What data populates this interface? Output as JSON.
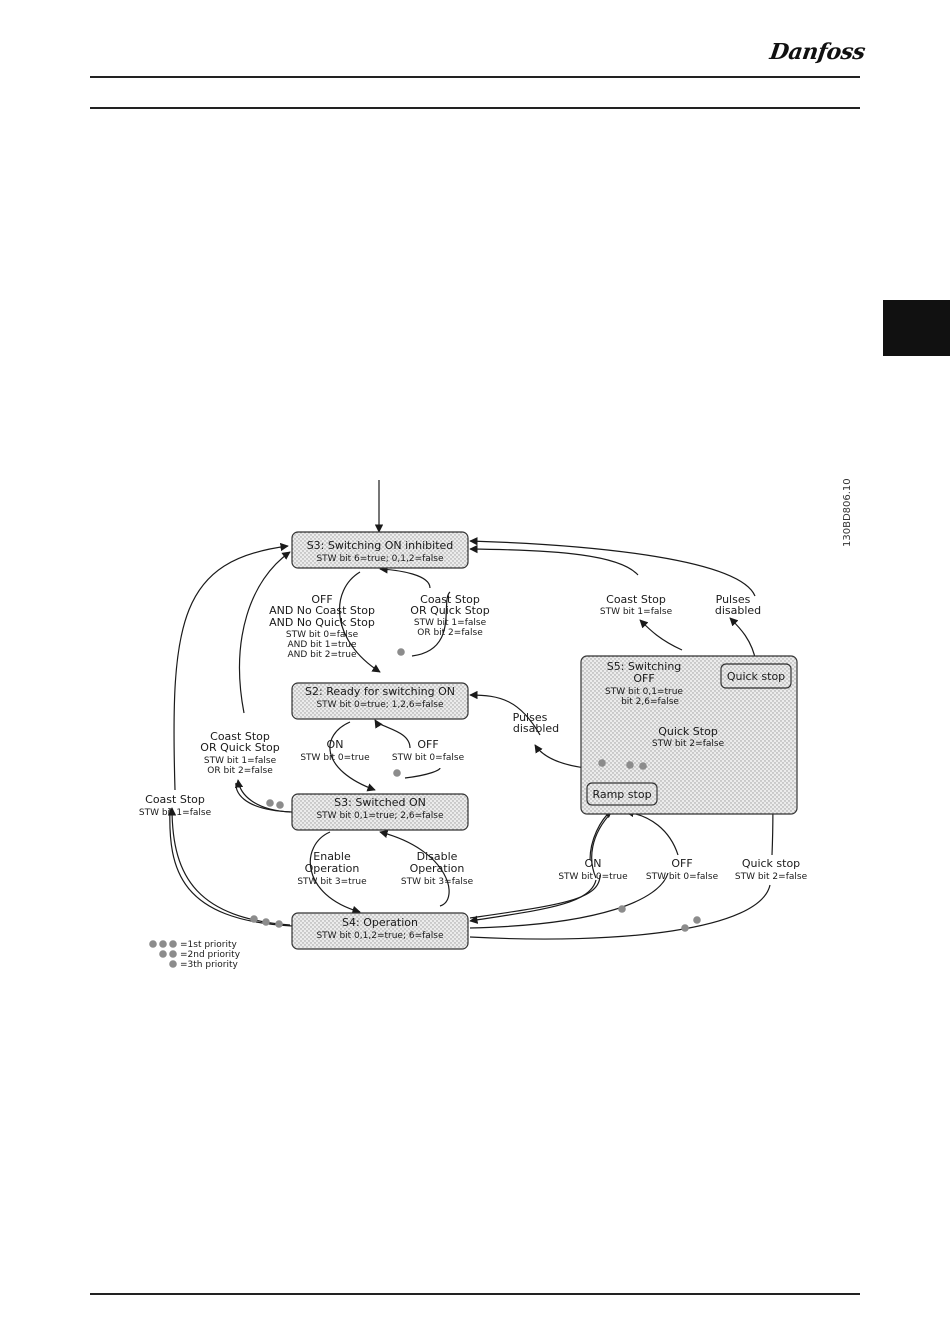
{
  "header": {
    "logo_text": "Danfoss"
  },
  "figure": {
    "ref_code": "130BD806.10",
    "states": {
      "s3_inhibited": {
        "title": "S3: Switching ON inhibited",
        "sub": "STW bit 6=true; 0,1,2=false"
      },
      "s2_ready": {
        "title": "S2: Ready for switching ON",
        "sub": "STW bit 0=true; 1,2,6=false"
      },
      "s3_switched_on": {
        "title": "S3: Switched ON",
        "sub": "STW bit 0,1=true; 2,6=false"
      },
      "s4_operation": {
        "title": "S4: Operation",
        "sub": "STW bit 0,1,2=true; 6=false"
      },
      "s5_switching_off": {
        "title_line1": "S5: Switching",
        "title_line2": "OFF",
        "sub_line1": "STW bit 0,1=true",
        "sub_line2": "bit 2,6=false"
      },
      "quick_stop_box": {
        "label": "Quick stop"
      },
      "ramp_stop_box": {
        "label": "Ramp stop"
      }
    },
    "labels": {
      "off_no_stop": [
        "OFF",
        "AND No Coast Stop",
        "AND No Quick Stop"
      ],
      "off_no_stop_bits": [
        "STW bit 0=false",
        "AND bit 1=true",
        "AND bit 2=true"
      ],
      "coast_or_quick_top": [
        "Coast Stop",
        "OR Quick Stop"
      ],
      "coast_or_quick_top_bits": [
        "STW bit 1=false",
        "OR bit 2=false"
      ],
      "coast_or_quick_left": [
        "Coast Stop",
        "OR Quick Stop"
      ],
      "coast_or_quick_left_bits": [
        "STW bit 1=false",
        "OR bit 2=false"
      ],
      "on_s2": "ON",
      "on_s2_bits": "STW bit 0=true",
      "off_s2": "OFF",
      "off_s2_bits": "STW bit 0=false",
      "enable_operation": [
        "Enable",
        "Operation"
      ],
      "enable_operation_bits": "STW bit 3=true",
      "disable_operation": [
        "Disable",
        "Operation"
      ],
      "disable_operation_bits": "STW bit 3=false",
      "coast_stop_far_left": "Coast Stop",
      "coast_stop_far_left_bits": "STW bit 1=false",
      "coast_stop_s5": "Coast Stop",
      "coast_stop_s5_bits": "STW bit 1=false",
      "pulses_disabled_top": [
        "Pulses",
        "disabled"
      ],
      "pulses_disabled_mid": [
        "Pulses",
        "disabled"
      ],
      "quick_stop_s5": "Quick Stop",
      "quick_stop_s5_bits": "STW bit 2=false",
      "on_s4": "ON",
      "on_s4_bits": "STW bit 0=true",
      "off_s4": "OFF",
      "off_s4_bits": "STW bit 0=false",
      "quick_stop_s4": "Quick stop",
      "quick_stop_s4_bits": "STW bit 2=false"
    },
    "legend": {
      "first": "=1st priority",
      "second": "=2nd priority",
      "third": "=3th priority"
    }
  }
}
